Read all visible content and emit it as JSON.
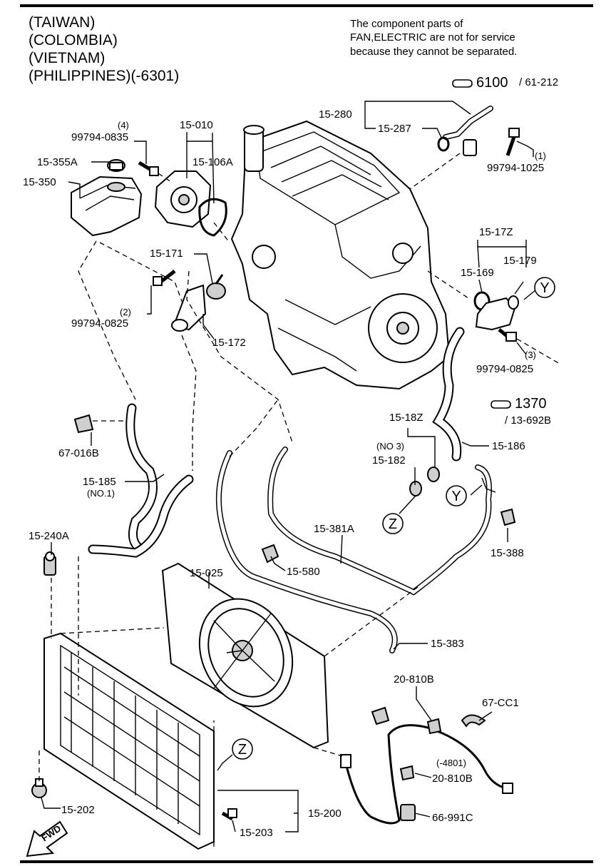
{
  "header": {
    "applicability": [
      "(TAIWAN)",
      "(COLOMBIA)",
      "(VIETNAM)",
      "(PHILIPPINES)(-6301)"
    ],
    "note": [
      "The component parts of",
      "FAN,ELECTRIC are not for service",
      "because they cannot be separated."
    ]
  },
  "references": {
    "ref1_main": "6100",
    "ref1_sub": "/ 61-212",
    "ref2_main": "1370",
    "ref2_sub": "/ 13-692B"
  },
  "callouts": {
    "y": "Y",
    "z": "Z"
  },
  "fwd": "FWD",
  "labels": {
    "p15_280": "15-280",
    "p15_287": "15-287",
    "p99794_1025": "99794-1025",
    "q1": "(1)",
    "q4": "(4)",
    "p99794_0835": "99794-0835",
    "p15_010": "15-010",
    "p15_106a": "15-106A",
    "p15_355a": "15-355A",
    "p15_350": "15-350",
    "p15_171": "15-171",
    "p15_172": "15-172",
    "q2": "(2)",
    "p99794_0825a": "99794-0825",
    "p15_17z": "15-17Z",
    "p15_169": "15-169",
    "p15_179": "15-179",
    "q3": "(3)",
    "p99794_0825b": "99794-0825",
    "p67_016b": "67-016B",
    "p15_185": "15-185",
    "no1": "(NO.1)",
    "p15_18z": "15-18Z",
    "no3": "(NO 3)",
    "p15_182": "15-182",
    "p15_186": "15-186",
    "p15_240a": "15-240A",
    "p15_381a": "15-381A",
    "p15_580": "15-580",
    "p15_388": "15-388",
    "p15_025": "15-025",
    "p15_383": "15-383",
    "p20_810b_a": "20-810B",
    "p67_cc1": "67-CC1",
    "m4801": "(-4801)",
    "p20_810b_b": "20-810B",
    "p66_991c": "66-991C",
    "p15_202": "15-202",
    "p15_203": "15-203",
    "p15_200": "15-200"
  }
}
